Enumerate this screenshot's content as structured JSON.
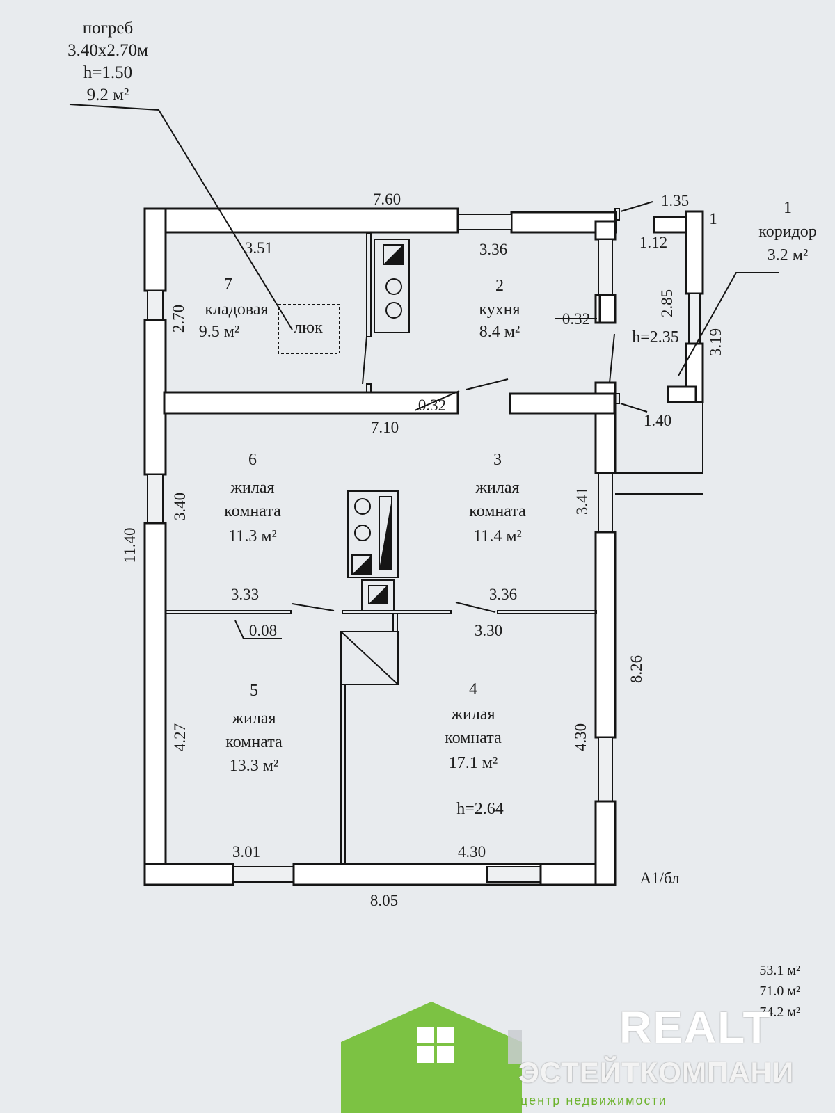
{
  "cellar": {
    "title": "погреб",
    "size": "3.40х2.70м",
    "height": "h=1.50",
    "area": "9.2 м²"
  },
  "rooms": {
    "r1": {
      "num": "1",
      "name": "коридор",
      "area": "3.2 м²"
    },
    "r2": {
      "num": "2",
      "name": "кухня",
      "area": "8.4 м²"
    },
    "r3": {
      "num": "3",
      "name1": "жилая",
      "name2": "комната",
      "area": "11.4 м²"
    },
    "r4": {
      "num": "4",
      "name1": "жилая",
      "name2": "комната",
      "area": "17.1 м²"
    },
    "r5": {
      "num": "5",
      "name1": "жилая",
      "name2": "комната",
      "area": "13.3 м²"
    },
    "r6": {
      "num": "6",
      "name1": "жилая",
      "name2": "комната",
      "area": "11.3 м²"
    },
    "r7": {
      "num": "7",
      "name": "кладовая",
      "area": "9.5 м²"
    }
  },
  "hatch": "люк",
  "heights": {
    "entry": "h=2.35",
    "main": "h=2.64"
  },
  "dims": {
    "top_overall": "7.60",
    "storage_w": "3.51",
    "kitchen_w": "3.36",
    "porch_w": "1.35",
    "porch_mark": "1",
    "porch_depth": "1.12",
    "storage_h": "2.70",
    "kitchen_wall": "0.32",
    "kitchen_niche": "0.32",
    "porch_h": "2.85",
    "porch_outer": "3.19",
    "porch_bottom": "1.40",
    "middle_w": "7.10",
    "room6_h": "3.40",
    "room3_h": "3.41",
    "left_overall": "11.40",
    "room6_w": "3.33",
    "room3_w": "3.36",
    "partition": "0.08",
    "room4_w_top": "3.30",
    "right_overall": "8.26",
    "room5_h": "4.27",
    "room4_h": "4.30",
    "room5_w": "3.01",
    "room4_w": "4.30",
    "bottom_overall": "8.05",
    "corner_code": "А1/бл"
  },
  "totals": [
    "53.1 м²",
    "71.0 м²",
    "74.2 м²"
  ],
  "brand": {
    "realt": "REALT",
    "company": "ЭСТЕЙТКОМПАНИ",
    "tagline": "центр недвижимости",
    "green": "#7cc243"
  }
}
